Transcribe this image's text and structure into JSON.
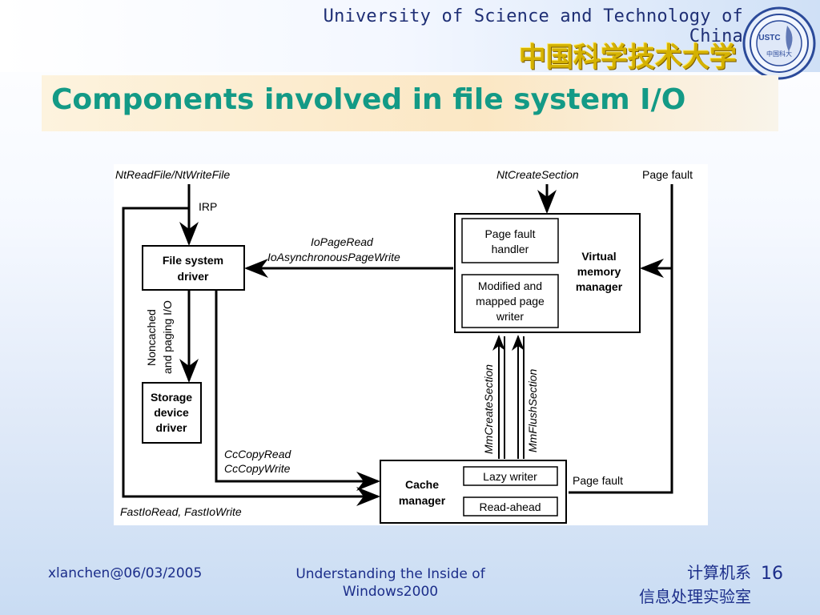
{
  "header": {
    "university_en": "University of Science and Technology of China",
    "university_zh": "中国科学技术大学",
    "logo_text_top": "USTC",
    "logo_text_bottom": "中国科大"
  },
  "slide": {
    "title": "Components involved in file system I/O"
  },
  "diagram": {
    "boxes": {
      "fsd_line1": "File system",
      "fsd_line2": "driver",
      "sdd_line1": "Storage",
      "sdd_line2": "device",
      "sdd_line3": "driver",
      "vmm_line1": "Virtual",
      "vmm_line2": "memory",
      "vmm_line3": "manager",
      "pfh_line1": "Page fault",
      "pfh_line2": "handler",
      "mpw_line1": "Modified and",
      "mpw_line2": "mapped page",
      "mpw_line3": "writer",
      "cm_line1": "Cache",
      "cm_line2": "manager",
      "lazy_writer": "Lazy writer",
      "read_ahead": "Read-ahead"
    },
    "labels": {
      "nt_read_write": "NtReadFile/NtWriteFile",
      "irp": "IRP",
      "nt_create_section": "NtCreateSection",
      "page_fault_top": "Page fault",
      "io_page_read": "IoPageRead",
      "io_async_page_write": "IoAsynchronousPageWrite",
      "noncached_line1": "Noncached",
      "noncached_line2": "and paging I/O",
      "cc_copy_read": "CcCopyRead",
      "cc_copy_write": "CcCopyWrite",
      "fast_io": "FastIoRead, FastIoWrite",
      "mm_create_section": "MmCreateSection",
      "mm_flush_section": "MmFlushSection",
      "page_fault_right": "Page fault"
    }
  },
  "footer": {
    "author_date": "xlanchen@06/03/2005",
    "course_line1": "Understanding the Inside of",
    "course_line2": "Windows2000",
    "dept_line1": "计算机系",
    "dept_line2": "信息处理实验室",
    "page_number": "16"
  },
  "colors": {
    "title": "#139a86",
    "footer_text": "#1b2d8a",
    "university_en": "#1f2f75",
    "university_zh": "#d4b100",
    "diagram_stroke": "#000000"
  }
}
